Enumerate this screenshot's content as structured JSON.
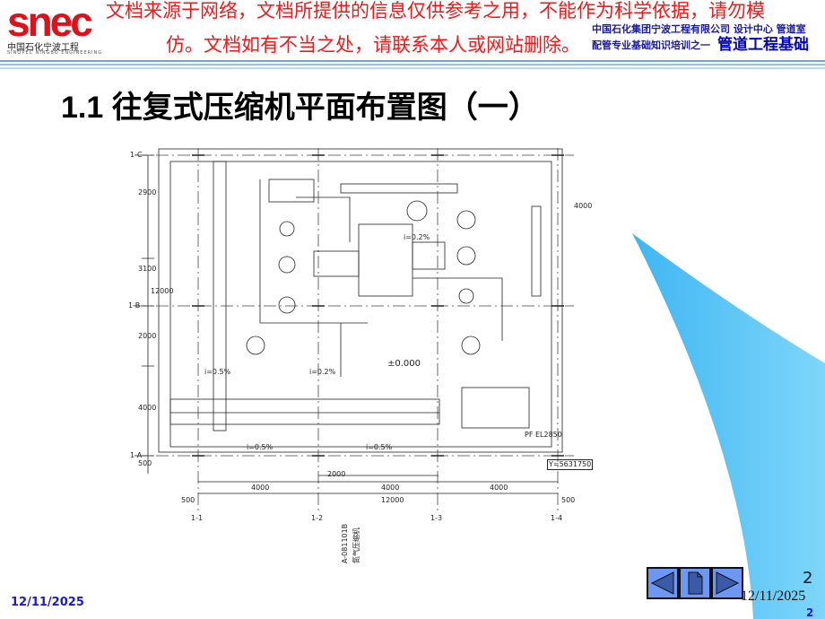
{
  "logo": {
    "text": "snec",
    "cn": "中国石化宁波工程",
    "en": "SINOPEC NINGBO ENGINEERING"
  },
  "watermark": {
    "line1": "文档来源于网络，文档所提供的信息仅供参考之用，不能作为科学依据，请勿模",
    "line2": "仿。文档如有不当之处，请联系本人或网站删除。"
  },
  "header": {
    "org": "中国石化集团宁波工程有限公司 设计中心 管道室",
    "course": "配管专业基础知识培训之一",
    "subject": "管道工程基础"
  },
  "title": "1.1  往复式压缩机平面布置图（一）",
  "drawing": {
    "col_axes": [
      "1-1",
      "1-2",
      "1-3",
      "1-4"
    ],
    "row_axes": [
      "1-C",
      "1-B",
      "1-A"
    ],
    "left_dims": [
      "2900",
      "3100",
      "2000",
      "4000",
      "500"
    ],
    "left_total": "12000",
    "right_dim": "4000",
    "bottom_dims": [
      "4000",
      "4000",
      "4000"
    ],
    "bottom_mid": "2000",
    "bottom_total": "12000",
    "bottom_edges": [
      "500",
      "500"
    ],
    "elevation": "±0.000",
    "slope_labels": [
      "i=0.5%",
      "i=0.5%",
      "i=0.2%",
      "i=0.2%",
      "i=0.5%"
    ],
    "platform": "PF EL2850",
    "coord": "Y=5631750",
    "drawing_no": "A-081101B",
    "drawing_name": "氮气压缩机"
  },
  "footer": {
    "date_left": "12/11/2025",
    "date_right": "12/11/2025",
    "page": "2",
    "page_small": "2"
  },
  "colors": {
    "watermark": "#f01818",
    "header_blue": "#1a1aa0",
    "nav": "#6d97f5",
    "deco": "#5cc8f5"
  }
}
